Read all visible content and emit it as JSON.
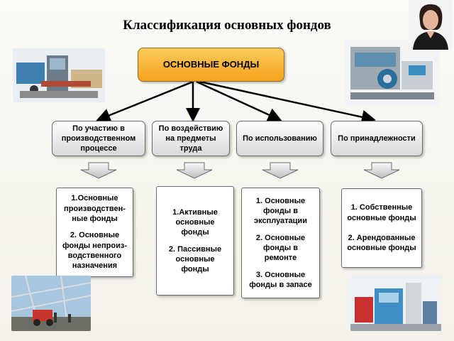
{
  "title": "Классификация основных фондов",
  "root": "ОСНОВНЫЕ ФОНДЫ",
  "categories": [
    "По участию в производственном процессе",
    "По воздействию на предметы труда",
    "По использованию",
    "По принадлежности"
  ],
  "groups": [
    [
      "1.Основные производствен-ные фонды",
      "2. Основные фонды непроиз-водственного назначения"
    ],
    [
      "1.Активные основные фонды",
      "2. Пассивные основные фонды"
    ],
    [
      "1. Основные фонды в эксплуатации",
      "2. Основные фонды в ремонте",
      "3. Основные фонды в запасе"
    ],
    [
      "1. Собственные основные фонды",
      "2. Арендованные основные фонды"
    ]
  ]
}
